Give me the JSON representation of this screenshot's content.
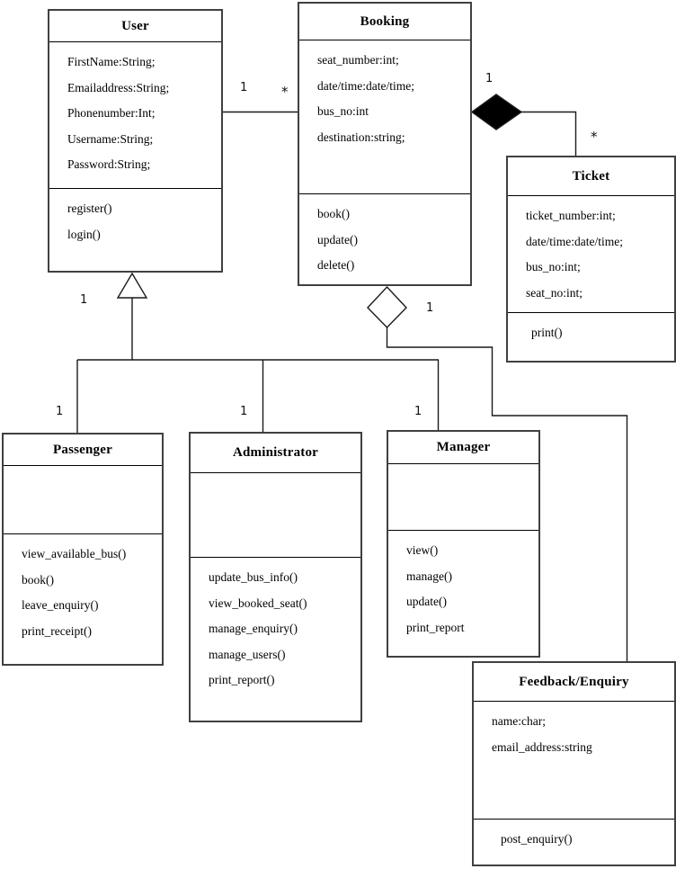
{
  "classes": {
    "user": {
      "title": "User",
      "attributes": [
        "FirstName:String;",
        "Emailaddress:String;",
        "Phonenumber:Int;",
        "Username:String;",
        "Password:String;"
      ],
      "methods": [
        "register()",
        "login()"
      ]
    },
    "booking": {
      "title": "Booking",
      "attributes": [
        "seat_number:int;",
        "date/time:date/time;",
        "bus_no:int",
        "destination:string;"
      ],
      "methods": [
        "book()",
        "update()",
        "delete()"
      ]
    },
    "ticket": {
      "title": "Ticket",
      "attributes": [
        "ticket_number:int;",
        "date/time:date/time;",
        "bus_no:int;",
        "seat_no:int;"
      ],
      "methods": [
        "print()"
      ]
    },
    "passenger": {
      "title": "Passenger",
      "attributes": [],
      "methods": [
        "view_available_bus()",
        "book()",
        "leave_enquiry()",
        "print_receipt()"
      ]
    },
    "administrator": {
      "title": "Administrator",
      "attributes": [],
      "methods": [
        "update_bus_info()",
        "view_booked_seat()",
        "manage_enquiry()",
        "manage_users()",
        "print_report()"
      ]
    },
    "manager": {
      "title": "Manager",
      "attributes": [],
      "methods": [
        "view()",
        "manage()",
        "update()",
        "print_report"
      ]
    },
    "feedback": {
      "title": "Feedback/Enquiry",
      "attributes": [
        "name:char;",
        "email_address:string"
      ],
      "methods": [
        "post_enquiry()"
      ]
    }
  },
  "relationships": {
    "user_booking_association": {
      "type": "association",
      "mult_user": "1",
      "mult_booking": "*"
    },
    "booking_ticket_composition": {
      "type": "composition",
      "mult_booking": "1",
      "mult_ticket": "*"
    },
    "user_generalization": {
      "type": "generalization",
      "mult_user": "1",
      "mult_passenger": "1",
      "mult_administrator": "1",
      "mult_manager": "1"
    },
    "booking_feedback_aggregation": {
      "type": "aggregation",
      "mult_booking": "1"
    }
  },
  "colors": {
    "line": "#1a1a1a",
    "composition_diamond_fill": "#000000",
    "background": "#ffffff"
  }
}
